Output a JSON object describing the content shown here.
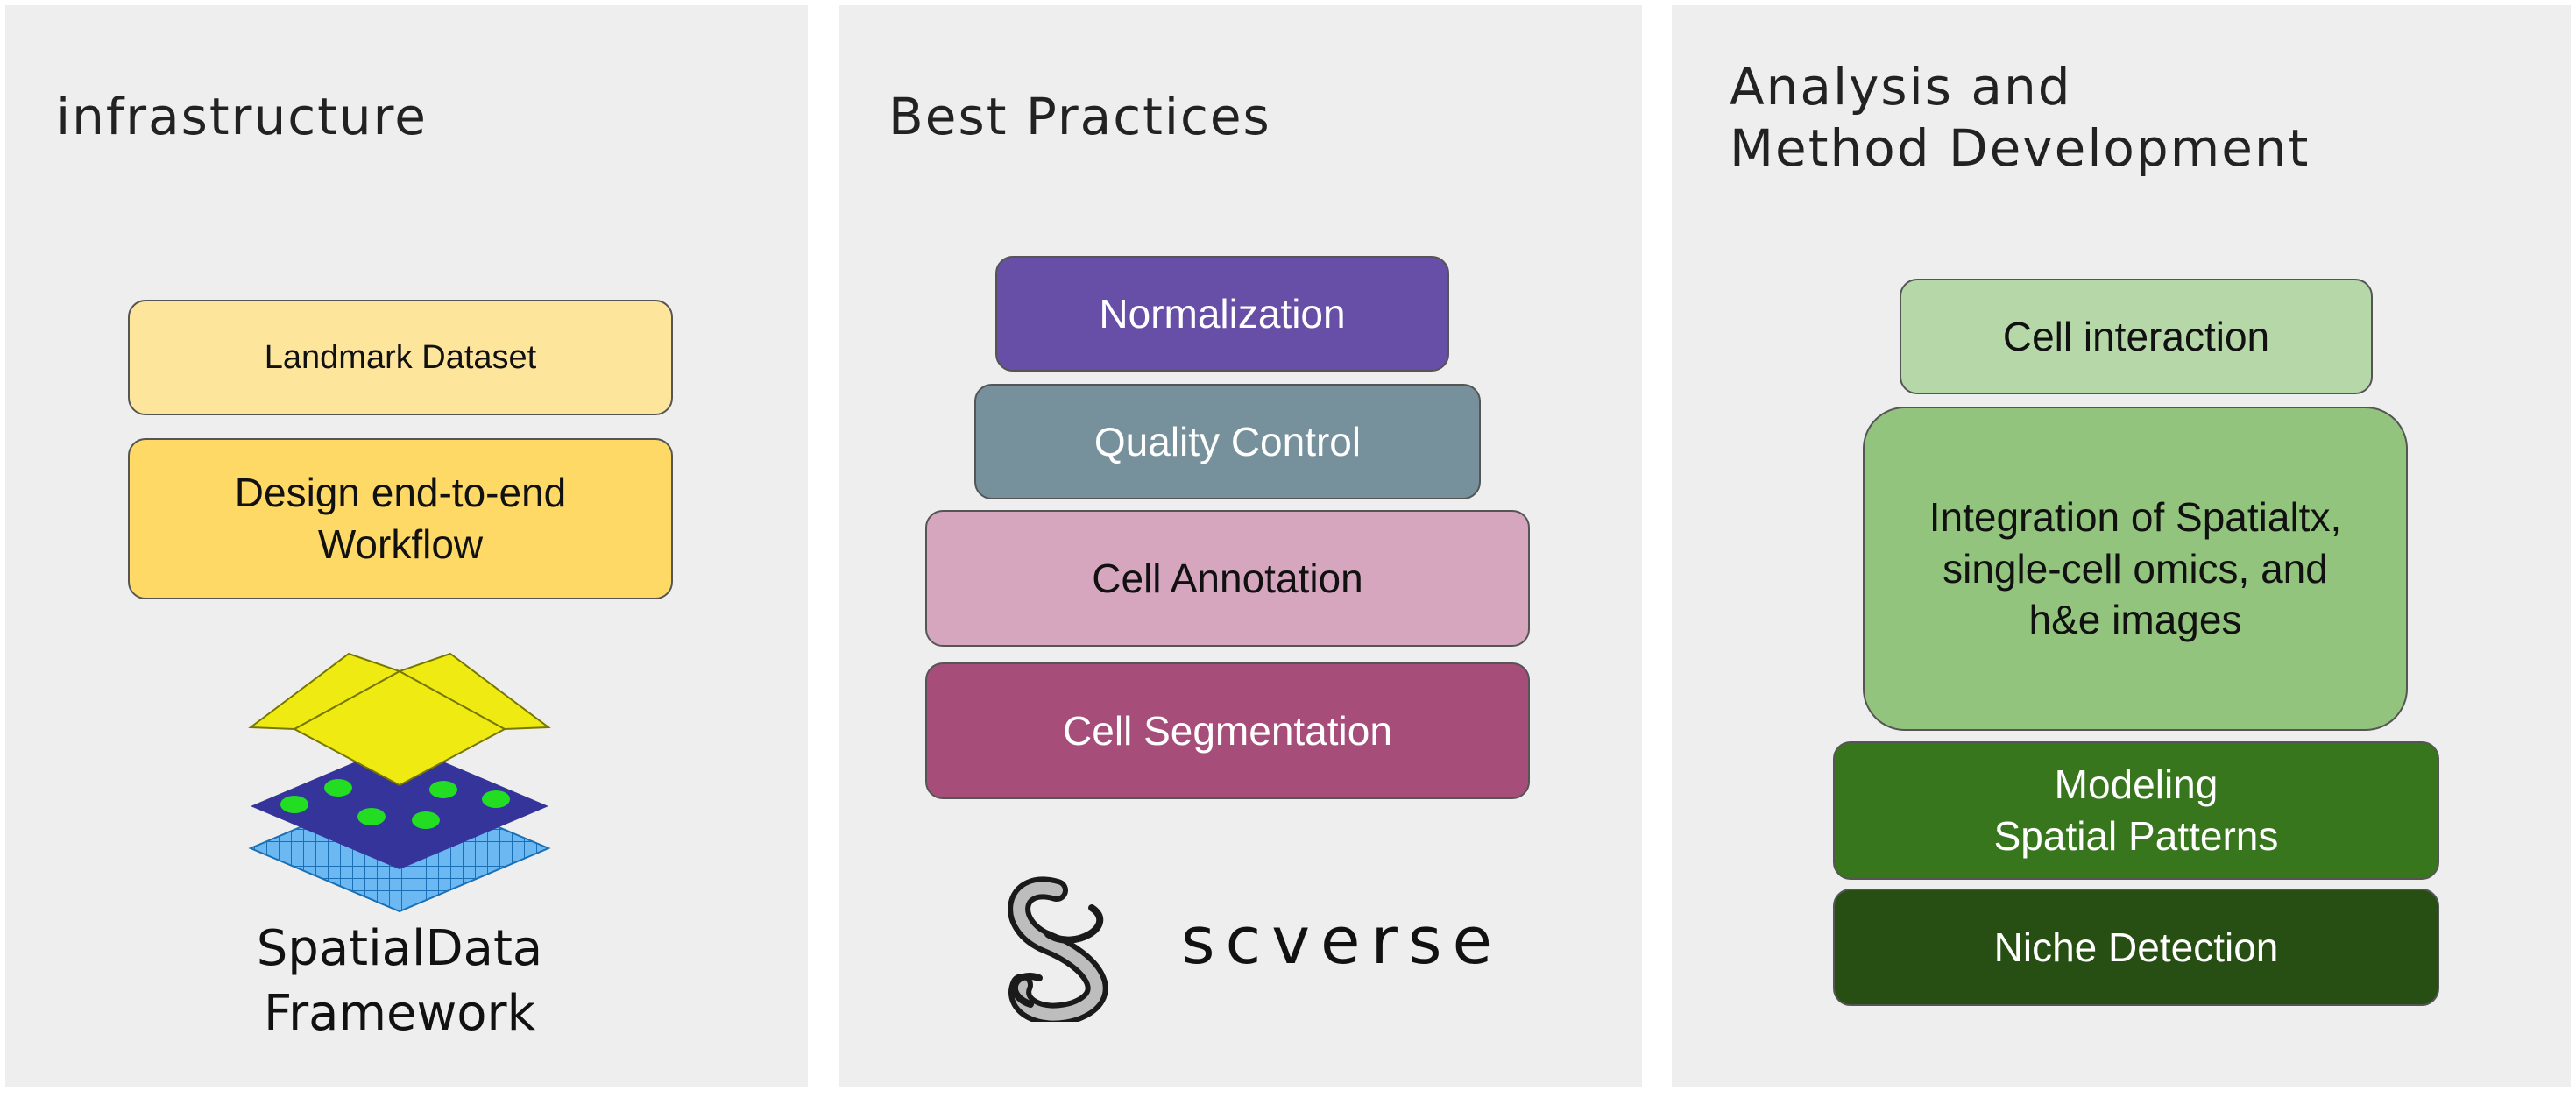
{
  "panels": [
    {
      "title": "infrastructure",
      "boxes": [
        {
          "label": "Landmark Dataset",
          "color": "#fee59c"
        },
        {
          "label": "Design end-to-end\nWorkflow",
          "color": "#ffd966"
        }
      ],
      "logo_text": "SpatialData\nFramework",
      "logo_icon": "spatialdata-layers-icon"
    },
    {
      "title": "Best Practices",
      "boxes": [
        {
          "label": "Normalization",
          "color": "#674ea7"
        },
        {
          "label": "Quality Control",
          "color": "#76909c"
        },
        {
          "label": "Cell Annotation",
          "color": "#d5a6bd"
        },
        {
          "label": "Cell Segmentation",
          "color": "#a64d79"
        }
      ],
      "logo_text": "scverse",
      "logo_icon": "scverse-ribbon-icon"
    },
    {
      "title": "Analysis  and\nMethod Development",
      "boxes": [
        {
          "label": "Cell interaction",
          "color": "#b6d7a8"
        },
        {
          "label": "Integration of Spatialtx,\nsingle-cell omics, and\nh&e images",
          "color": "#93c47d"
        },
        {
          "label": "Modeling\nSpatial Patterns",
          "color": "#38761d"
        },
        {
          "label": "Niche Detection",
          "color": "#274e13"
        }
      ]
    }
  ]
}
